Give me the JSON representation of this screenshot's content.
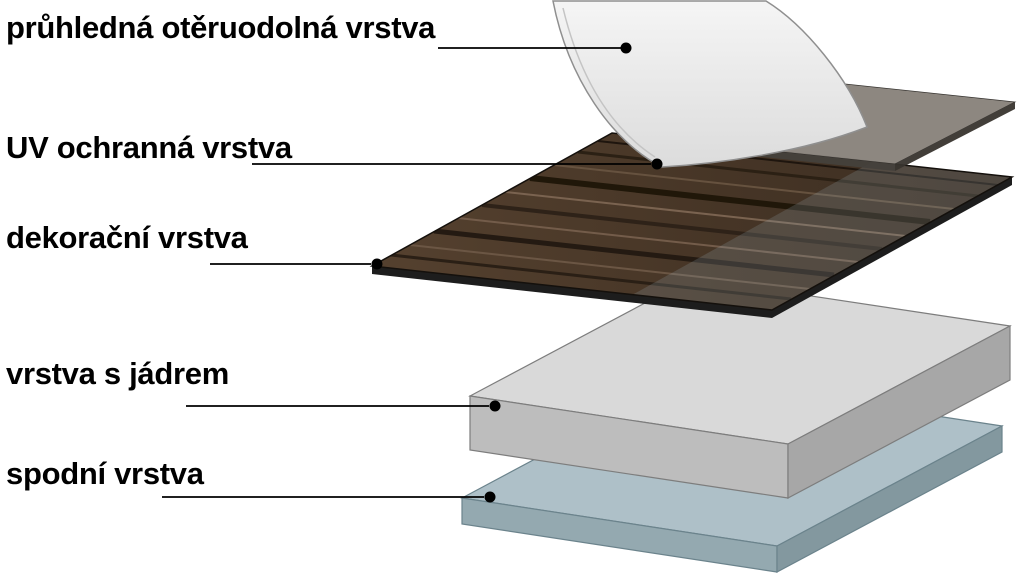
{
  "labels": [
    {
      "id": "transparent-wear-layer",
      "text": "průhledná otěruodolná vrstva"
    },
    {
      "id": "uv-protective-layer",
      "text": "UV ochranná vrstva"
    },
    {
      "id": "decorative-layer",
      "text": "dekorační vrstva"
    },
    {
      "id": "core-layer",
      "text": "vrstva s jádrem"
    },
    {
      "id": "bottom-layer",
      "text": "spodní vrstva"
    }
  ],
  "colors": {
    "label_text": "#000000",
    "leader_line": "#000000",
    "marker_dot": "#000000",
    "sheet_fill_top": "#f5f5f5",
    "sheet_fill_bottom": "#dcdcdc",
    "sheet_edge": "#8f8f8f",
    "uv_layer_top": "#87817a",
    "uv_layer_front": "#45413c",
    "uv_layer_side": "#38342f",
    "decor_wood_base": "#463526",
    "decor_wood_dark_streak": "#241a12",
    "decor_wood_light_streak": "#70594a",
    "decor_edge": "#1d1d1d",
    "core_top": "#d9d9d9",
    "core_front": "#bdbdbd",
    "core_side": "#a7a7a7",
    "core_outline": "#7d7d7d",
    "bottom_top": "#aec0c8",
    "bottom_front": "#94a9b0",
    "bottom_side": "#83989f",
    "bottom_outline": "#6b838c"
  }
}
